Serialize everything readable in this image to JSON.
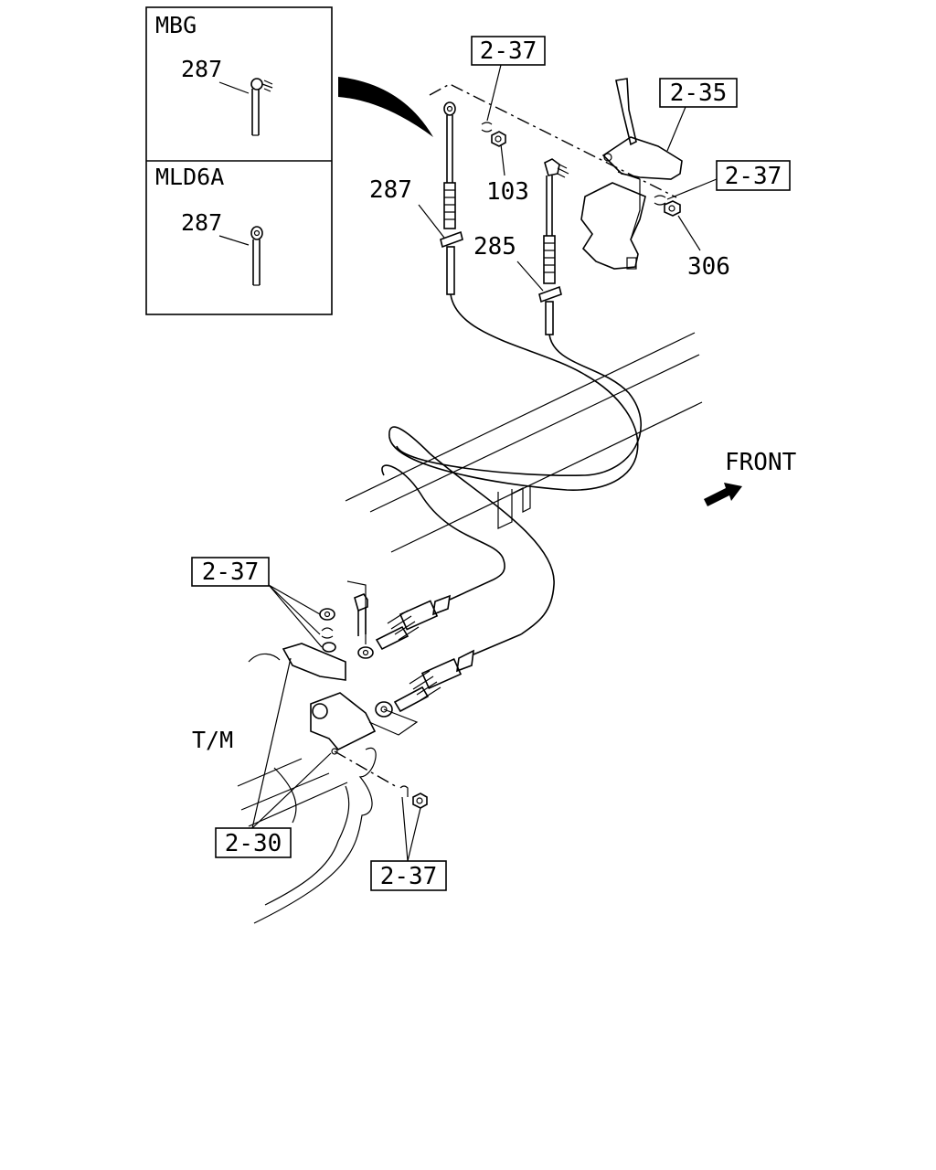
{
  "inset": {
    "top": {
      "variant": "MBG",
      "part": "287"
    },
    "bottom": {
      "variant": "MLD6A",
      "part": "287"
    }
  },
  "callouts": {
    "ref_top_center": "2-37",
    "ref_shifter": "2-35",
    "ref_right": "2-37",
    "part_103": "103",
    "part_287": "287",
    "part_285": "285",
    "part_306": "306",
    "ref_left": "2-37",
    "transmission": "T/M",
    "ref_bracket": "2-30",
    "ref_bottom": "2-37"
  },
  "direction": {
    "label": "FRONT"
  }
}
